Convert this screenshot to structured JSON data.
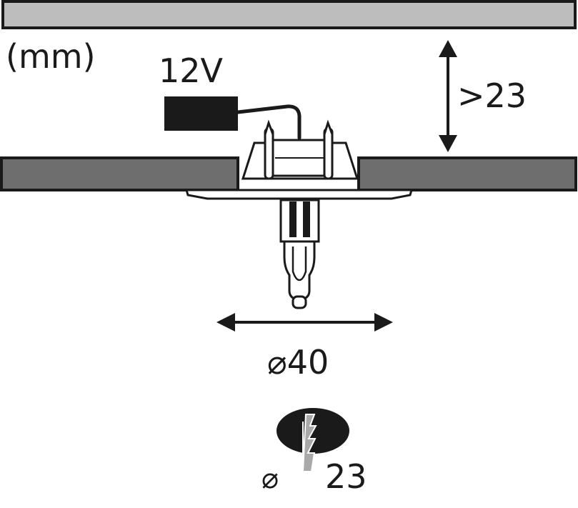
{
  "units_label": "(mm)",
  "voltage_label": "12V",
  "height_dim": {
    "text": ">23",
    "min_mm": 23
  },
  "diameter_dim": {
    "text": "⌀40",
    "value_mm": 40
  },
  "hole_dim": {
    "symbol": "⌀",
    "value": "23",
    "value_mm": 23
  },
  "colors": {
    "ceiling_fill": "#bdbdbd",
    "panel_fill": "#6e6e6e",
    "outline": "#1a1a1a",
    "driver_fill": "#1a1a1a",
    "drill_body": "#a9a9a9"
  }
}
